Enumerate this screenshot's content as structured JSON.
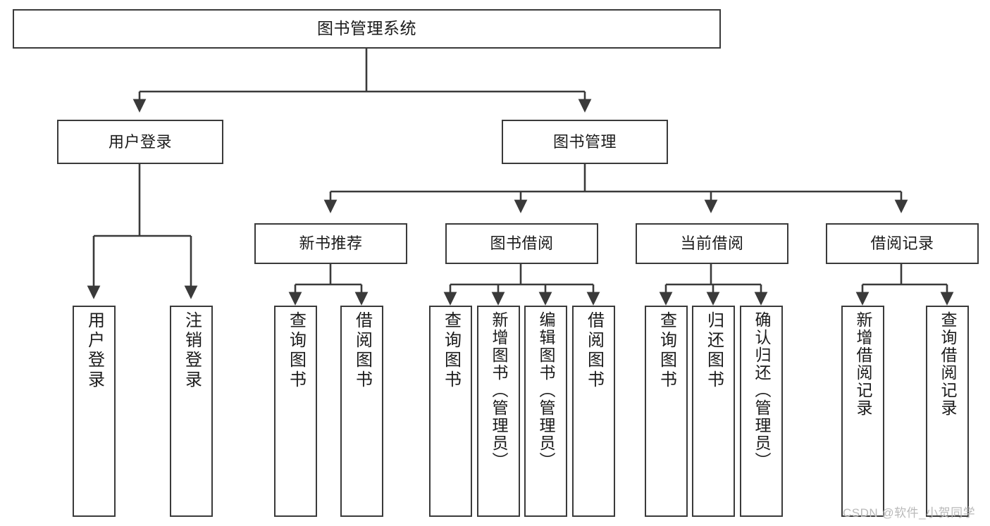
{
  "diagram": {
    "type": "tree-hierarchy",
    "title": "图书管理系统",
    "watermark": "CSDN @软件_小贺同学",
    "colors": {
      "node_border": "#3a3a3a",
      "node_fill": "#ffffff",
      "connector": "#3a3a3a",
      "text": "#1b1b1b",
      "watermark": "#b9b9b9",
      "background": "#ffffff"
    },
    "root": {
      "label": "图书管理系统"
    },
    "level1": [
      {
        "label": "用户登录"
      },
      {
        "label": "图书管理"
      }
    ],
    "level2": [
      {
        "label": "新书推荐"
      },
      {
        "label": "图书借阅"
      },
      {
        "label": "当前借阅"
      },
      {
        "label": "借阅记录"
      }
    ],
    "leaves": {
      "user_login": [
        {
          "label": "用户登录"
        },
        {
          "label": "注销登录"
        }
      ],
      "new_book_recommend": [
        {
          "label": "查询图书"
        },
        {
          "label": "借阅图书"
        }
      ],
      "book_borrow": [
        {
          "label": "查询图书"
        },
        {
          "label": "新增图书（管理员）"
        },
        {
          "label": "编辑图书（管理员）"
        },
        {
          "label": "借阅图书"
        }
      ],
      "current_borrow": [
        {
          "label": "查询图书"
        },
        {
          "label": "归还图书"
        },
        {
          "label": "确认归还（管理员）"
        }
      ],
      "borrow_record": [
        {
          "label": "新增借阅记录"
        },
        {
          "label": "查询借阅记录"
        }
      ]
    }
  }
}
